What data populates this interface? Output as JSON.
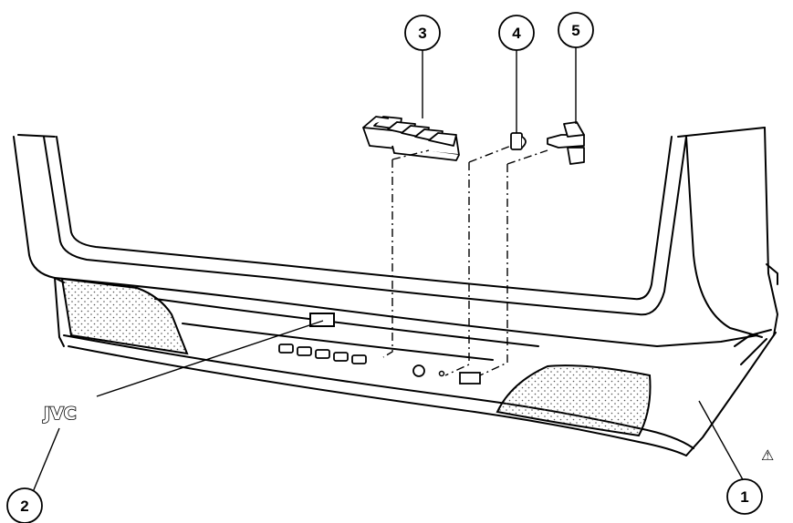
{
  "callouts": [
    {
      "id": "c1",
      "label": "1"
    },
    {
      "id": "c2",
      "label": "2"
    },
    {
      "id": "c3",
      "label": "3"
    },
    {
      "id": "c4",
      "label": "4"
    },
    {
      "id": "c5",
      "label": "5"
    }
  ],
  "logo": {
    "text": "JVC"
  },
  "warning": {
    "symbol": "⚠",
    "icon": "warning-triangle-icon"
  },
  "colors": {
    "line": "#000000",
    "background": "#ffffff",
    "speaker_dots": "#555555"
  }
}
